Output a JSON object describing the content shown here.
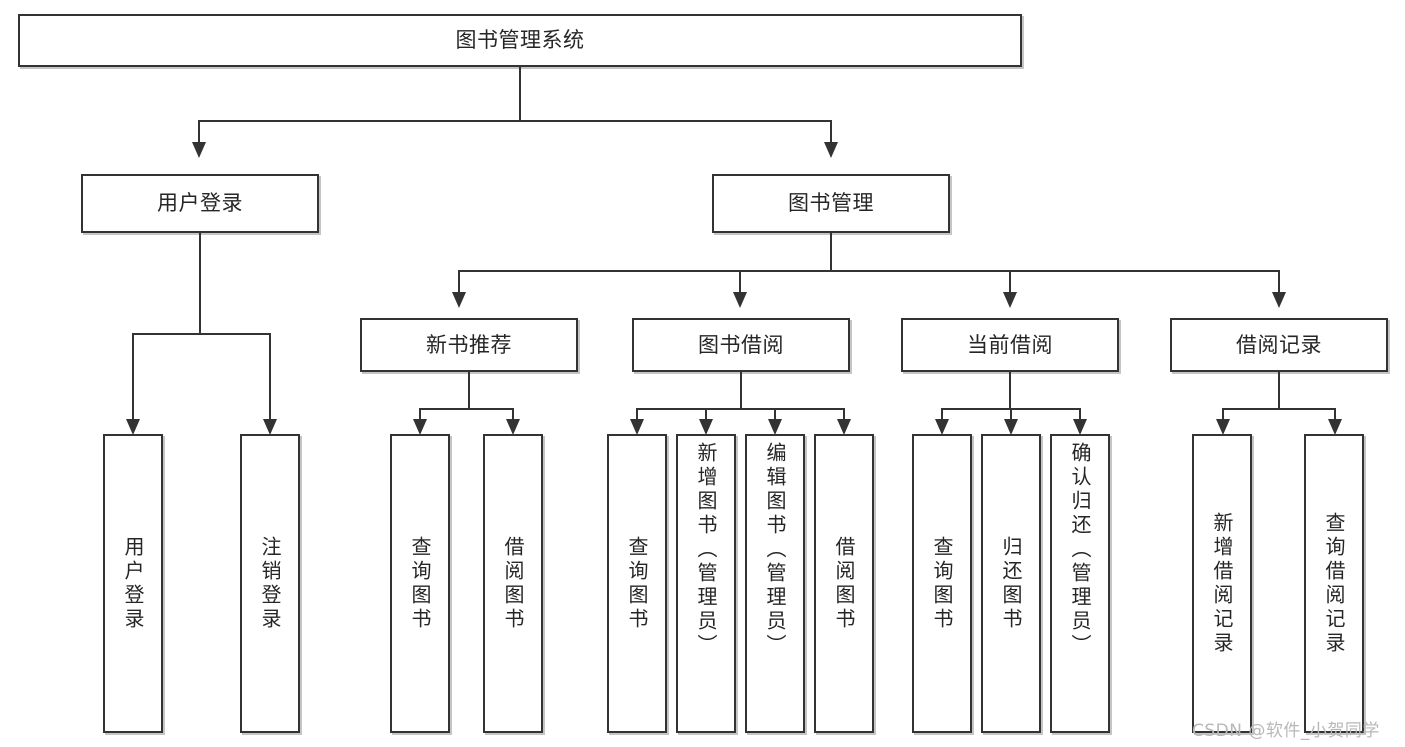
{
  "diagram": {
    "title": "图书管理系统",
    "type": "hierarchy-tree",
    "root": {
      "label": "图书管理系统"
    },
    "level1": [
      {
        "label": "用户登录"
      },
      {
        "label": "图书管理"
      }
    ],
    "level2": [
      {
        "label": "新书推荐"
      },
      {
        "label": "图书借阅"
      },
      {
        "label": "当前借阅"
      },
      {
        "label": "借阅记录"
      }
    ],
    "leaves": {
      "user_login": [
        {
          "label": "用户登录"
        },
        {
          "label": "注销登录"
        }
      ],
      "new_book_recommend": [
        {
          "label": "查询图书"
        },
        {
          "label": "借阅图书"
        }
      ],
      "book_borrow": [
        {
          "label": "查询图书"
        },
        {
          "label": "新增图书（管理员）"
        },
        {
          "label": "编辑图书（管理员）"
        },
        {
          "label": "借阅图书"
        }
      ],
      "current_borrow": [
        {
          "label": "查询图书"
        },
        {
          "label": "归还图书"
        },
        {
          "label": "确认归还（管理员）"
        }
      ],
      "borrow_record": [
        {
          "label": "新增借阅记录"
        },
        {
          "label": "查询借阅记录"
        }
      ]
    }
  },
  "watermark": {
    "text": "CSDN @软件_小贺同学"
  },
  "colors": {
    "border": "#333333",
    "background": "#ffffff",
    "text": "#262626",
    "watermark": "#b8b8b8"
  }
}
